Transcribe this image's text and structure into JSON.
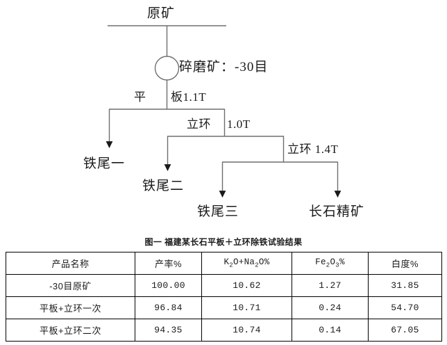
{
  "flowchart": {
    "feed_label": "原矿",
    "grind_label": "碎磨矿：-30目",
    "plate_label_left": "平",
    "plate_label_right": "板1.1T",
    "ring10_label_left": "立环",
    "ring10_label_right": "1.0T",
    "ring14_label": "立环 1.4T",
    "tailing1_label": "铁尾一",
    "tailing2_label": "铁尾二",
    "tailing3_label": "铁尾三",
    "concentrate_label": "长石精矿",
    "grind_node_icon": "circle-node"
  },
  "caption": {
    "text": "图一 福建某长石平板＋立环除铁试验结果"
  },
  "table": {
    "headers": [
      {
        "text": "产品名称",
        "style": "cn"
      },
      {
        "text": "产率%",
        "style": "cn"
      },
      {
        "text": "K2O+Na2O%",
        "style": "mono-sub",
        "parts": [
          "K",
          "2",
          "O+Na",
          "2",
          "O%"
        ]
      },
      {
        "text": "Fe2O3%",
        "style": "mono-sub",
        "parts": [
          "Fe",
          "2",
          "O",
          "3",
          "%"
        ]
      },
      {
        "text": "白度%",
        "style": "cn"
      }
    ],
    "rows": [
      {
        "name": "-30目原矿",
        "yield": "100.00",
        "k2o_na2o": "10.62",
        "fe2o3": "1.27",
        "whiteness": "31.85"
      },
      {
        "name": "平板+立环一次",
        "yield": "96.84",
        "k2o_na2o": "10.71",
        "fe2o3": "0.24",
        "whiteness": "54.70"
      },
      {
        "name": "平板+立环二次",
        "yield": "94.35",
        "k2o_na2o": "10.74",
        "fe2o3": "0.14",
        "whiteness": "67.05"
      }
    ]
  },
  "colors": {
    "line": "#6e6e6e",
    "text": "#1a1a1a",
    "border": "#000000",
    "background": "#ffffff"
  }
}
